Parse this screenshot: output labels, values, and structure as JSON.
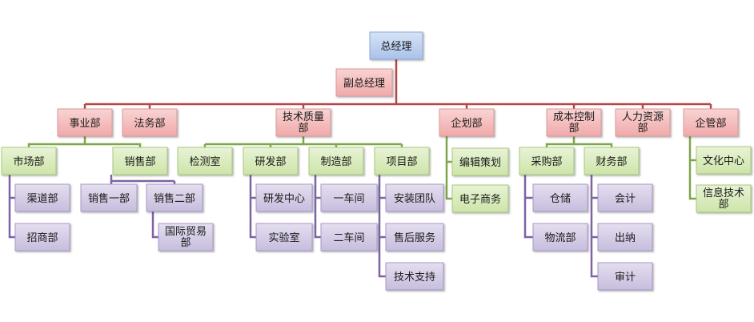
{
  "colors": {
    "blue": "#b9cdef",
    "red": "#f3b9b9",
    "green": "#d7eab8",
    "purple": "#d3cbe4",
    "line_red": "#b44747",
    "line_green": "#7ea64a",
    "line_purple": "#7f62a5"
  },
  "nodes": {
    "ceo": "总经理",
    "vice": "副总经理",
    "business": "事业部",
    "legal": "法务部",
    "techquality": "技术质量部",
    "planning": "企划部",
    "costcontrol": "成本控制部",
    "hr": "人力资源部",
    "enterprise": "企管部",
    "market": "市场部",
    "sales": "销售部",
    "channel": "渠道部",
    "investment": "招商部",
    "sales1": "销售一部",
    "sales2": "销售二部",
    "intltrade": "国际贸易部",
    "inspection": "检测室",
    "rd": "研发部",
    "manufacturing": "制造部",
    "project": "项目部",
    "rdcenter": "研发中心",
    "lab": "实验室",
    "workshop1": "一车间",
    "workshop2": "二车间",
    "install": "安装团队",
    "aftersales": "售后服务",
    "techsupport": "技术支持",
    "editing": "编辑策划",
    "ecommerce": "电子商务",
    "purchasing": "采购部",
    "finance": "财务部",
    "warehouse": "仓储",
    "logistics": "物流部",
    "accounting": "会计",
    "cashier": "出纳",
    "audit": "审计",
    "culture": "文化中心",
    "infotech": "信息技术部"
  }
}
